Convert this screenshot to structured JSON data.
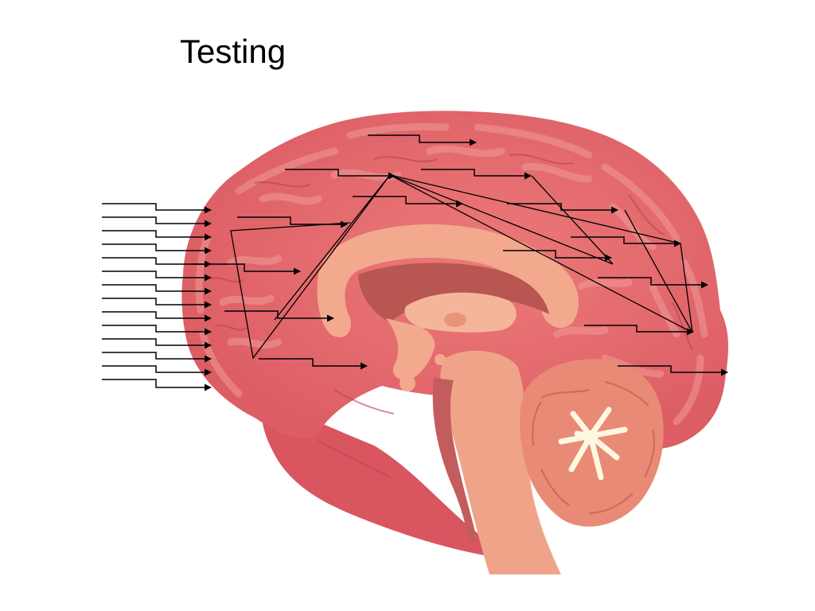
{
  "title": "Testing",
  "diagram": {
    "subject": "brain-midsagittal-section-illustration",
    "label_pointer_count": 30,
    "colors": {
      "cerebrum": "#e4666c",
      "gyrus_highlight": "#f08d8c",
      "sulcus": "#b94552",
      "deep_structures": "#f2a98e",
      "ventricle": "#b85652",
      "brainstem": "#efa48a",
      "cerebellum": "#e98a76",
      "arbor_vitae": "#fff8e0",
      "pointer": "#000000"
    }
  }
}
